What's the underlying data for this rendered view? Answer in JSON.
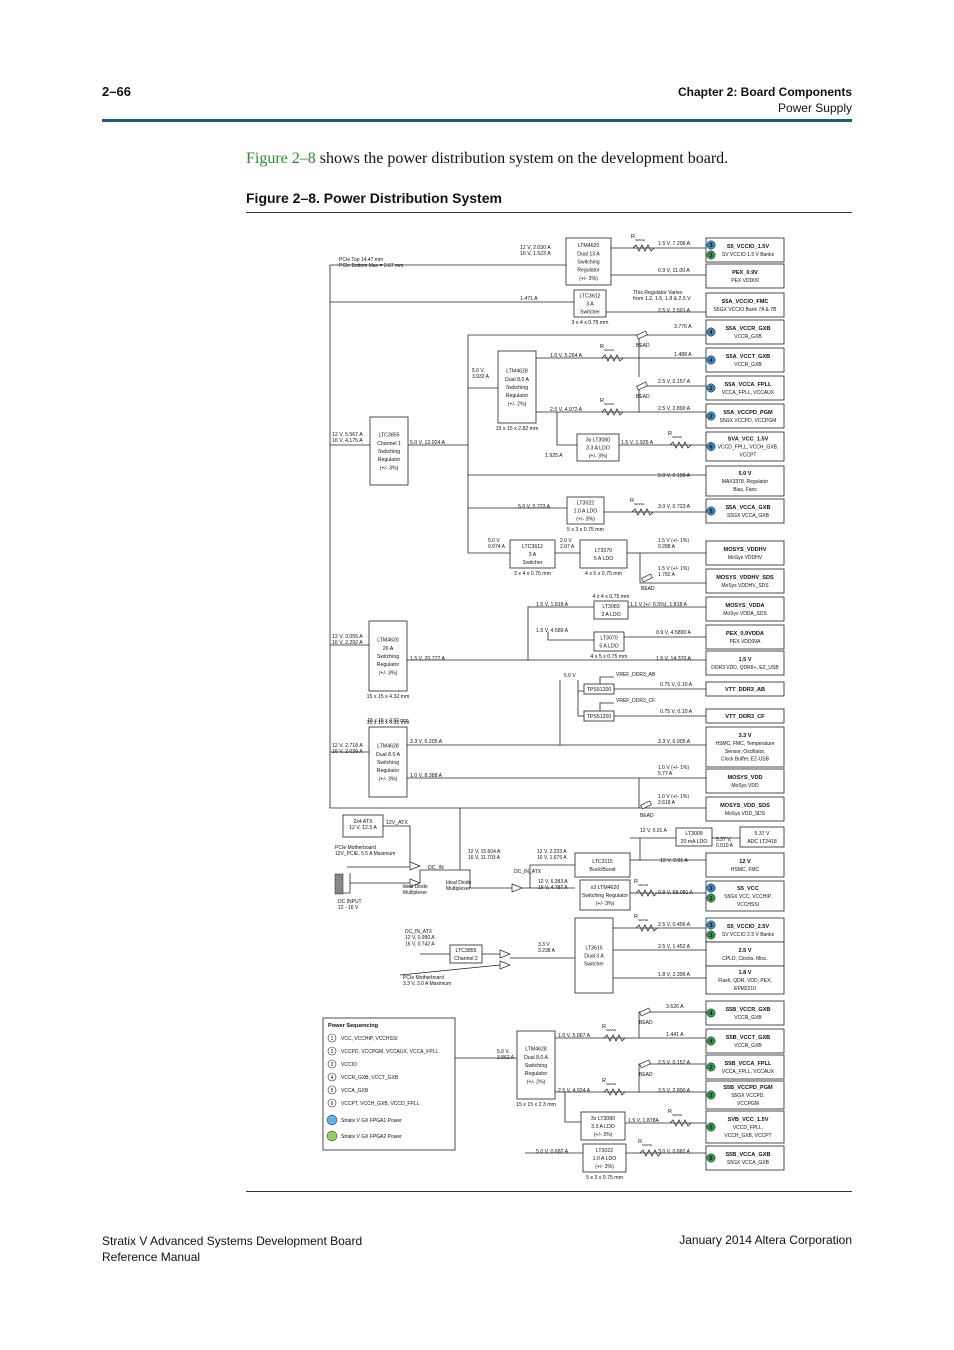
{
  "header": {
    "page_number": "2–66",
    "chapter": "Chapter 2:  Board Components",
    "section": "Power Supply"
  },
  "intro": {
    "xref": "Figure 2–8",
    "text": " shows the power distribution system on the development board."
  },
  "figure_title": "Figure 2–8.  Power Distribution System",
  "diagram": {
    "pcie_note": [
      "PCIe Top 14.47 mm",
      "PCIe Bottom Max = 2.67 mm"
    ],
    "regulators": [
      {
        "id": "ltm4620_13a",
        "lines": [
          "LTM4620",
          "Dual 13 A",
          "Switching",
          "Regulator",
          "(+/- 3%)"
        ]
      },
      {
        "id": "ltc3612_top",
        "lines": [
          "LTC3612",
          "3 A",
          "Switcher"
        ],
        "size": "3 x 4 x 0.75 mm"
      },
      {
        "id": "ltc3855_ch1",
        "lines": [
          "LTC3855",
          "Channel 1",
          "Switching",
          "Regulator",
          "(+/- 3%)"
        ]
      },
      {
        "id": "ltm4628_top",
        "lines": [
          "LTM4628",
          "Dual 8.0 A",
          "Switching",
          "Regulator",
          "(+/- 2%)"
        ],
        "size": "15 x 15 x 2.82 mm"
      },
      {
        "id": "lt3080_top",
        "lines": [
          "3x LT3080",
          "3.3 A LDO",
          "(+/- 3%)"
        ]
      },
      {
        "id": "lt3022_top",
        "lines": [
          "LT3022",
          "1.0 A LDO",
          "(+/- 3%)"
        ],
        "size": "5 x 3 x 0.75 mm"
      },
      {
        "id": "ltc3612_mid",
        "lines": [
          "LTC3612",
          "3 A",
          "Switcher"
        ],
        "size": "3 x 4 x 0.75 mm"
      },
      {
        "id": "lt3070_a",
        "lines": [
          "LT3070",
          "5 A LDO"
        ],
        "size": "4 x 5 x 0.75 mm"
      },
      {
        "id": "lt3083",
        "lines": [
          "LT3083",
          "3 A LDO"
        ],
        "size_above": "4 x 4 x 0.75 mm"
      },
      {
        "id": "lt3070_b",
        "lines": [
          "LT3070",
          "5 A LDO"
        ],
        "size": "4 x 5 x 0.75 mm"
      },
      {
        "id": "ltm4620_26a",
        "lines": [
          "LTM4620",
          "26 A",
          "Switching",
          "Regulator",
          "(+/- 3%)"
        ],
        "size": "15 x 15 x 4.32 mm"
      },
      {
        "id": "tps51200_ab",
        "lines": [
          "TPS51200"
        ]
      },
      {
        "id": "tps51200_cf",
        "lines": [
          "TPS51200"
        ]
      },
      {
        "id": "ltm4628_mid",
        "lines": [
          "LTM4628",
          "Dual 8.0 A",
          "Switching",
          "Regulator",
          "(+/- 3%)"
        ],
        "size_above": "15 x 15 x 4.32 mm"
      },
      {
        "id": "lt3009",
        "lines": [
          "LT3009",
          "20 mA LDO"
        ]
      },
      {
        "id": "adc",
        "lines": [
          "5.37 V",
          "ADC LT2418"
        ]
      },
      {
        "id": "ltc3115",
        "lines": [
          "LTC3115",
          "Buck/Boost"
        ]
      },
      {
        "id": "ltm4620_x3",
        "lines": [
          "x3 LTM4620",
          "Switching Regulator",
          "(+/- 3%)"
        ]
      },
      {
        "id": "lt3615",
        "lines": [
          "LT3615",
          "Dual 3 A",
          "Switcher"
        ]
      },
      {
        "id": "ltc3855_ch2",
        "lines": [
          "LTC3855",
          "Channel 2"
        ]
      },
      {
        "id": "ltm4628_bot",
        "lines": [
          "LTM4628",
          "Dual 8.0 A",
          "Switching",
          "Regulator",
          "(+/- 2%)"
        ],
        "size": "15 x 15 x 2.3 mm"
      },
      {
        "id": "lt3080_bot",
        "lines": [
          "3x LT3080",
          "3.3 A LDO",
          "(+/- 3%)"
        ]
      },
      {
        "id": "lt3022_bot",
        "lines": [
          "LT3022",
          "1.0 A LDO",
          "(+/- 3%)"
        ],
        "size": "5 x 3 x 0.75 mm"
      }
    ],
    "outputs": [
      {
        "name": "S5_VCCIO_1.5V",
        "desc": [
          "SV VCCIO 1.5 V Banks"
        ],
        "seq": "3",
        "fpga": 1
      },
      {
        "name": "PEX_0.9V",
        "desc": [
          "PEX VDD09"
        ]
      },
      {
        "name": "S5A_VCCIO_FMC",
        "desc": [
          "S5GX VCCIO Bank 7A & 7B"
        ]
      },
      {
        "name": "S5A_VCCR_GXB",
        "desc": [
          "VCCR_GXB"
        ],
        "seq": "4"
      },
      {
        "name": "S5A_VCCT_GXB",
        "desc": [
          "VCCR_GXB"
        ],
        "seq": "4"
      },
      {
        "name": "S5A_VCCA_FPLL",
        "desc": [
          "VCCA_FPLL, VCCAUX"
        ],
        "seq": "2"
      },
      {
        "name": "S5A_VCCPD_PGM",
        "desc": [
          "S5GX VCCPD, VCCPGM"
        ],
        "seq": "2"
      },
      {
        "name": "SVA_VCC_1.5V",
        "desc": [
          "VCCD_FPLL, VCCH_GXB,",
          "VCCPT"
        ],
        "seq": "6"
      },
      {
        "name": "5.0 V",
        "desc": [
          "MAX3378, Regulator",
          "Bias, Fans"
        ]
      },
      {
        "name": "S5A_VCCA_GXB",
        "desc": [
          "S5GX VCCA_GXB"
        ],
        "seq": "5"
      },
      {
        "name": "MOSYS_VDDHV",
        "desc": [
          "MoSys VDDHV"
        ]
      },
      {
        "name": "MOSYS_VDDHV_SDS",
        "desc": [
          "MoSys VDDHV_SDS"
        ]
      },
      {
        "name": "MOSYS_VDDA",
        "desc": [
          "MoSys VDDA_SDS"
        ]
      },
      {
        "name": "PEX_0.9VDDA",
        "desc": [
          "PEX VDD09A"
        ]
      },
      {
        "name": "1.5 V",
        "desc": [
          "DDR3 VDD, QDRII+, EZ_USB"
        ]
      },
      {
        "name": "VTT_DDR3_AB",
        "desc": []
      },
      {
        "name": "VTT_DDR3_CF",
        "desc": []
      },
      {
        "name": "3.3 V",
        "desc": [
          "HSMC, FMC, Temperature",
          "Sensor, Oscillator,",
          "Clock Buffer, EZ-USB"
        ]
      },
      {
        "name": "MOSYS_VDD",
        "desc": [
          "MoSys VDD"
        ]
      },
      {
        "name": "MOSYS_VDD_SDS",
        "desc": [
          "MoSys VDD_SDS"
        ]
      },
      {
        "name": "12 V",
        "desc": [
          "HSMC, FMC"
        ]
      },
      {
        "name": "S5_VCC",
        "desc": [
          "S5GX VCC, VCCHIP,",
          "VCCHSSI"
        ],
        "seq": "1",
        "fpga": 1
      },
      {
        "name": "S5_VCCIO_2.5V",
        "desc": [
          "SV VCCIO 2.5 V Banks"
        ],
        "seq": "3",
        "fpga": 1
      },
      {
        "name": "2.5 V",
        "desc": [
          "CPLD, Clocks, Misc."
        ]
      },
      {
        "name": "1.8 V",
        "desc": [
          "Flash, QDR, VDD, PEX,",
          "EPM2210"
        ]
      },
      {
        "name": "S5B_VCCR_GXB",
        "desc": [
          "VCCR_GXB"
        ],
        "seq": "4"
      },
      {
        "name": "S5B_VCCT_GXB",
        "desc": [
          "VCCR_GXB"
        ],
        "seq": "4"
      },
      {
        "name": "S5B_VCCA_FPLL",
        "desc": [
          "VCCA_FPLL, VCCAUX"
        ],
        "seq": "2"
      },
      {
        "name": "S5B_VCCPD_PGM",
        "desc": [
          "S5GX VCCPD,",
          "VCCPGM"
        ],
        "seq": "2"
      },
      {
        "name": "SVB_VCC_1.5V",
        "desc": [
          "VCCD_FPLL,",
          "VCCH_GXB, VCCPT"
        ],
        "seq": "6"
      },
      {
        "name": "S5B_VCCA_GXB",
        "desc": [
          "S5GX VCCA_GXB"
        ],
        "seq": "5"
      }
    ],
    "labels": {
      "in_ltm4620_13a": [
        "12 V, 2.030 A",
        "16 V, 1.523 A"
      ],
      "out_15v_7206": "1.5 V, 7.206 A",
      "out_09v_11": "0.9 V, 11.00 A",
      "in_ltc3612_top": "1.471 A",
      "vary_note": [
        "This Regulator Varies",
        "from 1.2, 1.5, 1.8 & 2.5 V"
      ],
      "out_25v_2501": "2.5 V, 2.501 A",
      "i_3776": "3.776 A",
      "i_1488": "1.488 A",
      "out_25v_0157_a": "2.5 V, 0.157 A",
      "out_25v_2890_a": "2.5 V, 2.890 A",
      "ltm4628_in": [
        "5.0 V,",
        "3.932 A"
      ],
      "out_10v_5264": "1.0 V, 5.264 A",
      "out_25v_4972": "2.5 V, 4.972 A",
      "i_1925": "1.925 A",
      "out_15v_1925": "1.5 V, 1.925 A",
      "in_ltc3855": [
        "12 V, 5.567 A",
        "16 V, 4.175 A"
      ],
      "out_50v_12024": "5.0 V, 12.024 A",
      "out_50v_0198": "5.0 V, 0.198 A",
      "in_lt3022_top": "5.0 V, 0.723 A",
      "out_30v_0723": "3.0 V, 0.723 A",
      "in_ltc3612_mid": [
        "5.0 V",
        "0.974 A"
      ],
      "mid_20v": [
        "2.0 V",
        "2.07 A"
      ],
      "out_15v_0288": [
        "1.5 V (+/- 1%)",
        "0.288 A"
      ],
      "out_15v_1782": [
        "1.5 V (+/- 1%)",
        "1.782 A"
      ],
      "in_lt3083": "1.5 V, 1.818 A",
      "out_11v_1818": "1.1 V (+/- 0.5%), 1.818 A",
      "in_lt3070_b": "1.5 V, 4.589 A",
      "out_09v_4589": "0.9 V, 4.5890 A",
      "in_ltm4620_26a": [
        "12 V, 3.055 A",
        "16 V, 2.292 A"
      ],
      "out_15v_20777": "1.5 V, 20.777 A",
      "out_15v_14370": "1.5 V, 14.370 A",
      "v50": "5.0 V",
      "vref_ab": "VREF_DDR3_AB",
      "out_075_ab": "0.75 V, 0.10 A",
      "vref_cf": "VREF_DDR3_CF",
      "out_075_cf": "0.75 V, 0.10 A",
      "in_ltm4628_mid": [
        "12 V, 2.718 A",
        "16 V, 2.039 A"
      ],
      "out_33v_6205": "3.3 V, 6.205 A",
      "out_33v_6005": "3.3 V, 6.005 A",
      "out_10v_8388": "1.0 V, 8.388 A",
      "out_10v_577": [
        "1.0 V (+/- 1%)",
        "5.77 A"
      ],
      "out_10v_2618": [
        "1.0 V (+/- 1%)",
        "2.618 A"
      ],
      "atx_box": [
        "2x4 ATX",
        "12 V, 12.5 A"
      ],
      "v12_atx": "12V_ATX",
      "pcie_mb": [
        "PCIe Motherboard",
        "12V_PCIE, 5.5 A Maximum"
      ],
      "dc_in": "DC_IN",
      "ideal_diode_1": [
        "Ideal Diode",
        "Multiplexer"
      ],
      "ideal_diode_2": [
        "Ideal Diode",
        "Multiplexer"
      ],
      "dc_input": [
        "DC INPUT",
        "12 - 16 V"
      ],
      "dc_in_atx": "DC_IN_ATX",
      "in_main": [
        "12 V, 15.604 A",
        "16 V, 11.703 A"
      ],
      "in_ltc3115": [
        "12 V, 2.233 A",
        "16 V, 1.675 A"
      ],
      "i_12v_001": "12 V, 0.01 A",
      "adc_in": [
        "5.37 V,",
        "0.010 A"
      ],
      "out_12v_2": "12 V, 2.01 A",
      "in_ltm4620_x3": [
        "12 V, 6.383 A",
        "16 V, 4.787 A"
      ],
      "out_09v_68": "0.9 V, 68.081 A",
      "dcin_atx2": [
        "DC_IN_ATX",
        "12 V, 0.990 A",
        "16 V, 0.742 A"
      ],
      "v33_in": [
        "3.3 V",
        "3.238 A"
      ],
      "pcie_mb2": [
        "PCIe Motherboard",
        "3.3 V, 3.0 A Maximum"
      ],
      "out_25v_0456": "2.5 V, 0.456 A",
      "out_25v_1452": "2.5 V, 1.452 A",
      "out_18v_2396": "1.8 V, 2.396 A",
      "i_3626": "3.626 A",
      "i_1441": "1.441 A",
      "out_25v_0157_b": "2.5 V, 0.157 A",
      "out_25v_2890_b": "2.5 V, 2.890 A",
      "ltm4628_bot_in": [
        "5.0 V,",
        "3.862 A"
      ],
      "out_10v_5067": "1.0 V, 5.067 A",
      "out_25v_4924": "2.5 V, 4.924 A",
      "out_15v_1878": "1.5 V, 1.878A",
      "in_lt3022_bot": "5.0 V, 0.682 A",
      "out_30v_0682": "3.0 V, 0.682 A",
      "bead": "BEAD",
      "rsense": "R",
      "rsense_sub": "SENSE"
    },
    "power_sequencing": {
      "title": "Power Sequencing",
      "items": [
        {
          "num": "1",
          "text": "VCC, VCCHIP, VCCHSSI"
        },
        {
          "num": "2",
          "text": "VCCPD, VCCPGM, VCCAUX, VCCA_FPLL"
        },
        {
          "num": "3",
          "text": "VCCIO"
        },
        {
          "num": "4",
          "text": "VCCR_GXB, VCCT_GXB"
        },
        {
          "num": "5",
          "text": "VCCA_GXB"
        },
        {
          "num": "6",
          "text": "VCCPT, VCCH_GXB, VCCD_FPLL"
        }
      ],
      "fpga_legend": [
        {
          "text": "Stratix V GX FPGA1 Power",
          "color": "#5bb4e5"
        },
        {
          "text": "Stratix V GX FPGA2 Power",
          "color": "#8fcf5f"
        }
      ]
    },
    "colors": {
      "fpga1": "#5bb4e5",
      "fpga2": "#8fcf5f",
      "seq_fill": "#2e9a4a",
      "line": "#222222"
    }
  },
  "footer": {
    "title_line1": "Stratix V Advanced Systems Development Board",
    "title_line2": "Reference Manual",
    "date_company": "January 2014    Altera Corporation"
  }
}
